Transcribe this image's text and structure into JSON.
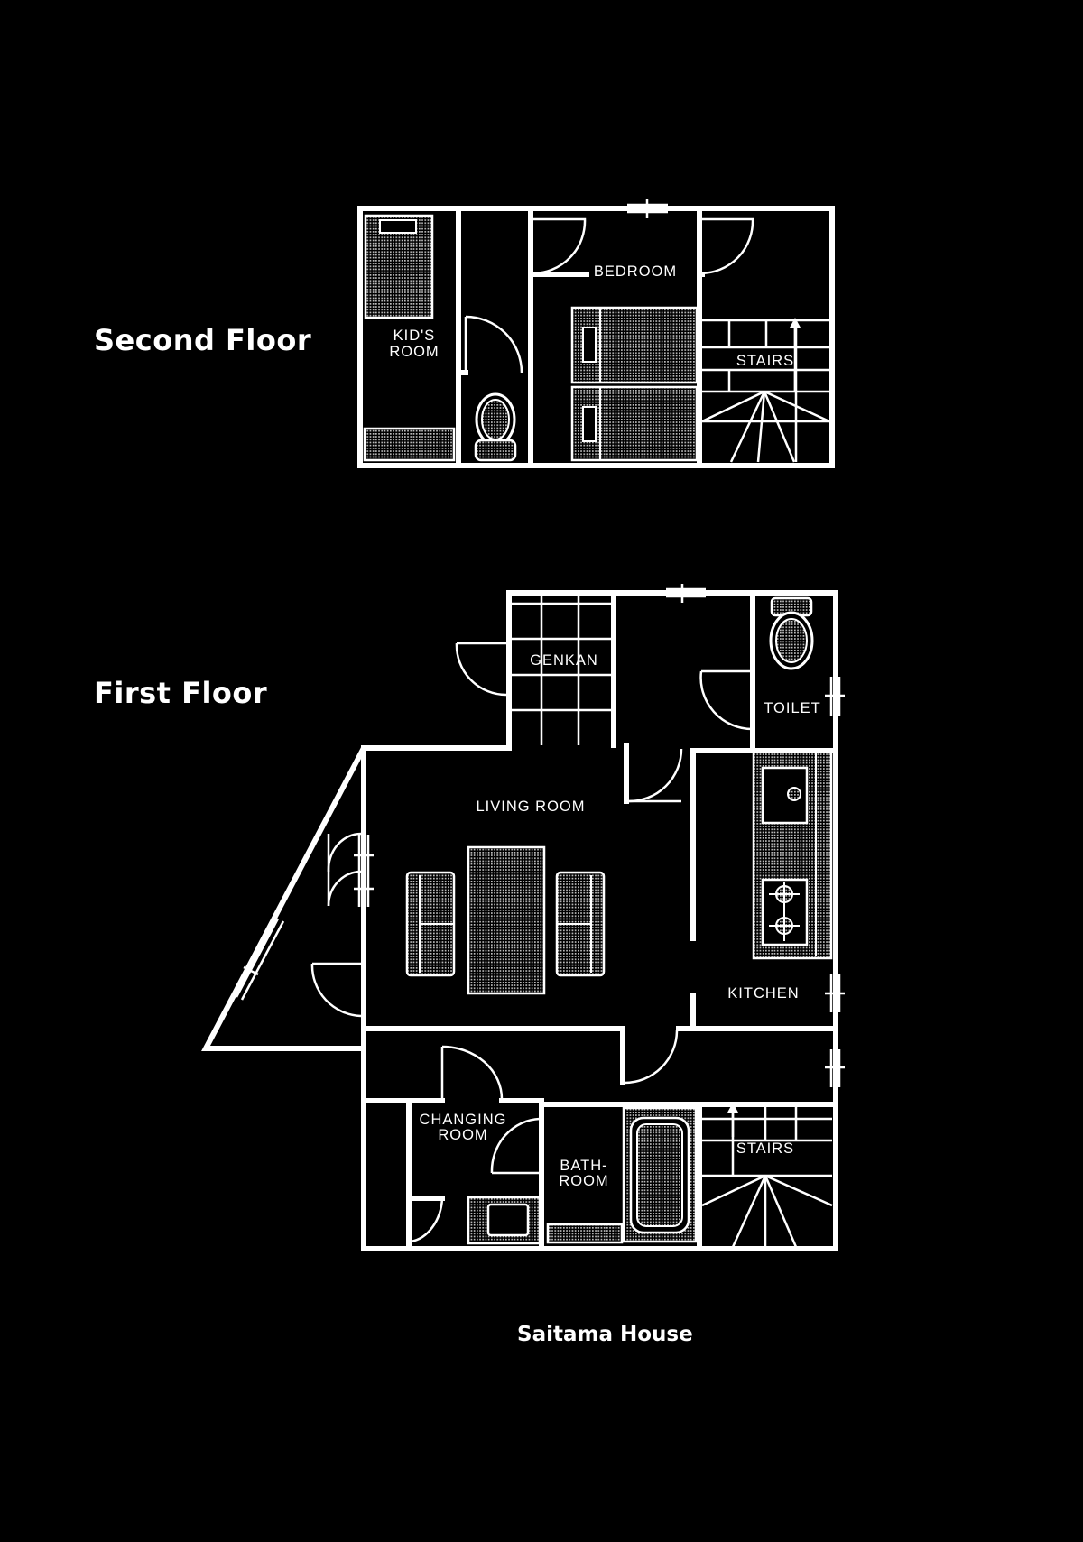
{
  "titles": {
    "second_floor": "Second Floor",
    "first_floor": "First Floor",
    "house": "Saitama House"
  },
  "rooms": {
    "second": {
      "kids_room": [
        "KID'S",
        "ROOM"
      ],
      "bedroom": "BEDROOM",
      "stairs": "STAIRS"
    },
    "first": {
      "genkan": "GENKAN",
      "toilet": "TOILET",
      "living_room": "LIVING ROOM",
      "kitchen": "KITCHEN",
      "changing_room": [
        "CHANGING",
        "ROOM"
      ],
      "bathroom": [
        "BATH-",
        "ROOM"
      ],
      "stairs": "STAIRS"
    }
  },
  "colors": {
    "background": "#000000",
    "lines": "#ffffff"
  }
}
